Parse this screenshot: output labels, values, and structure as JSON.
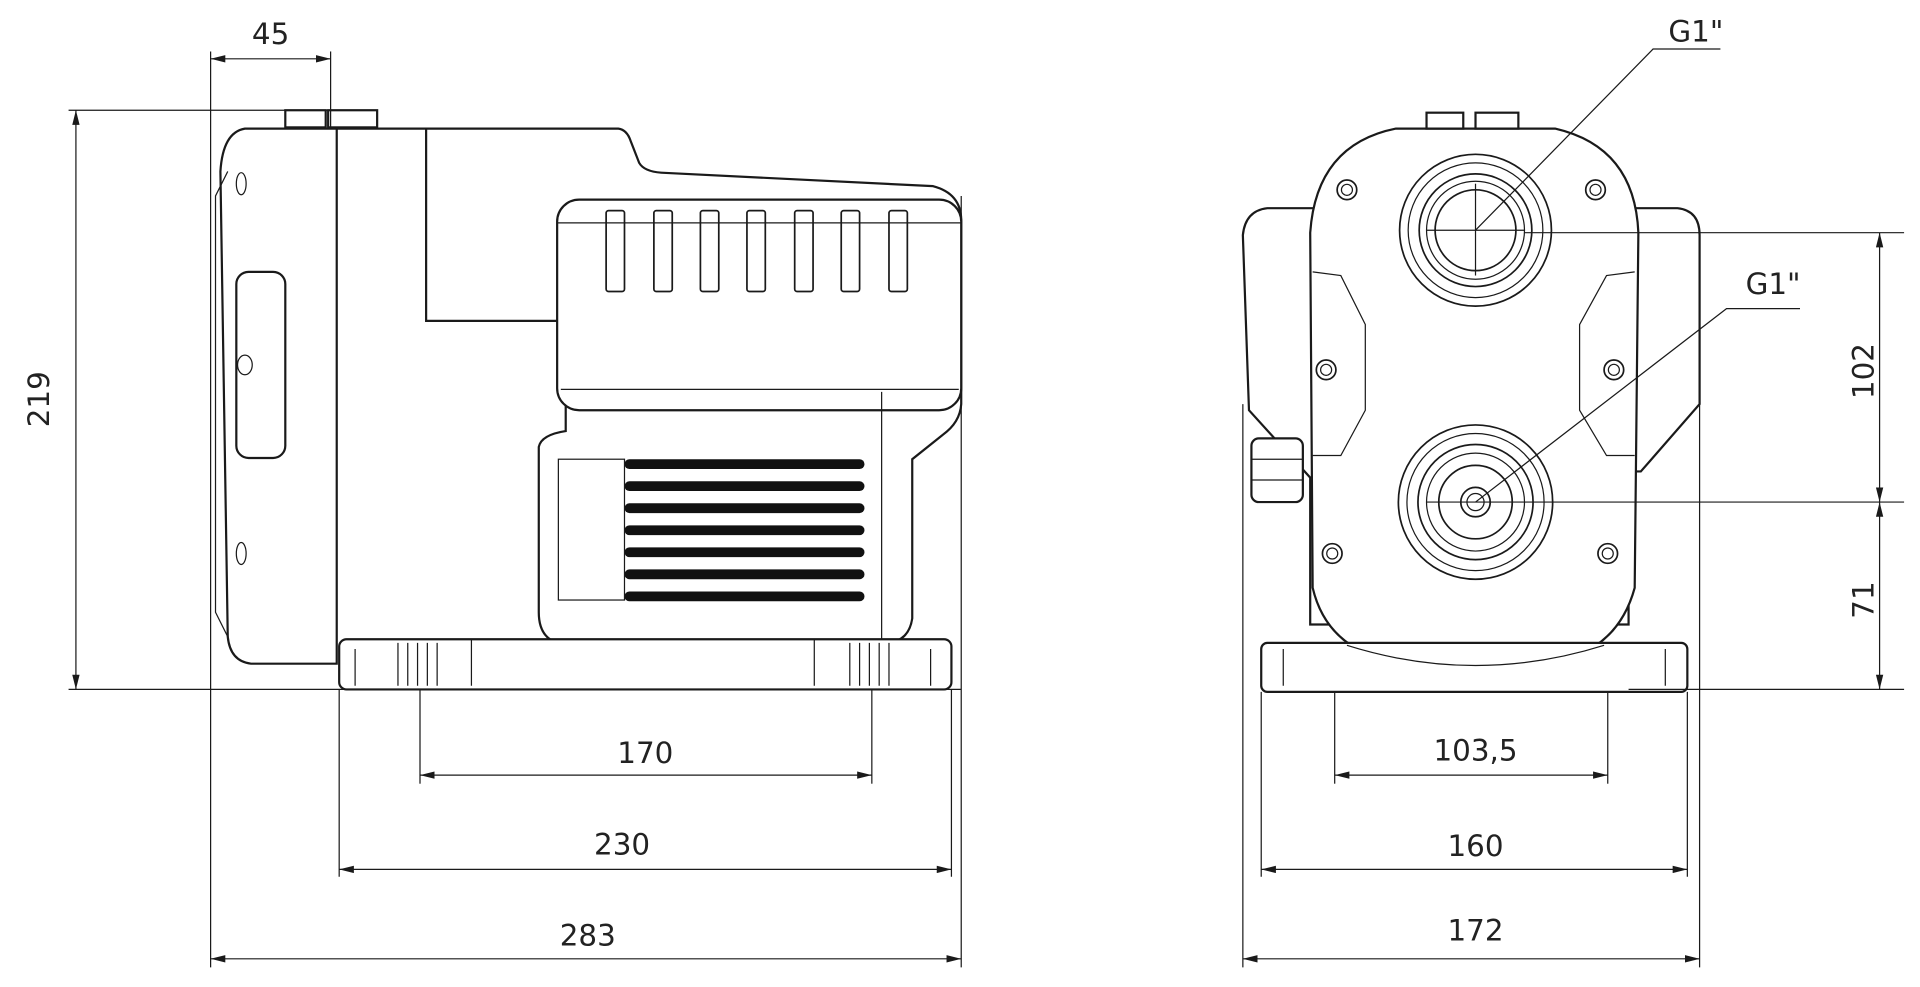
{
  "side_view": {
    "dimensions": {
      "offset": "45",
      "height": "219",
      "foot_spacing": "170",
      "base_length": "230",
      "total_length": "283"
    }
  },
  "front_view": {
    "dimensions": {
      "outlet_height": "102",
      "inlet_height": "71",
      "foot_spacing": "103,5",
      "base_width": "160",
      "total_width": "172"
    },
    "connections": {
      "outlet_thread": "G1\"",
      "inlet_thread": "G1\""
    }
  }
}
